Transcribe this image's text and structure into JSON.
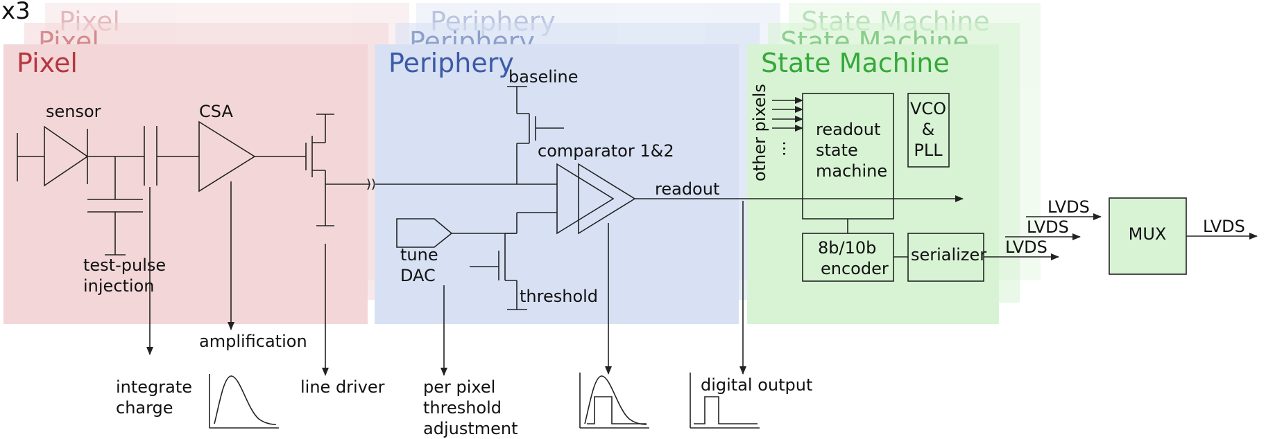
{
  "multiplier": "x3",
  "colors": {
    "pixel_fill": "#f3d7d8",
    "pixel_title": "#b8363f",
    "periphery_fill": "#d7e1f3",
    "periphery_title": "#3d5aa8",
    "state_fill": "#d7f3d4",
    "state_title": "#36a83a",
    "mux_fill": "#d7f3d4"
  },
  "sections": {
    "pixel": "Pixel",
    "periphery": "Periphery",
    "state_machine": "State Machine"
  },
  "labels": {
    "sensor": "sensor",
    "csa": "CSA",
    "test_pulse_line1": "test-pulse",
    "test_pulse_line2": "injection",
    "baseline": "baseline",
    "comparator": "comparator 1&2",
    "readout": "readout",
    "tune_line1": "tune",
    "tune_line2": "DAC",
    "threshold": "threshold",
    "other_pixels": "other pixels",
    "other_pixels_dots": "...",
    "rsm_line1": "readout",
    "rsm_line2": "state",
    "rsm_line3": "machine",
    "vco_line1": "VCO",
    "vco_line2": "&",
    "vco_line3": "PLL",
    "enc_line1": "8b/10b",
    "enc_line2": "encoder",
    "serializer": "serializer",
    "lvds": "LVDS",
    "mux": "MUX"
  },
  "annotations": {
    "amplification": "amplification",
    "integrate_line1": "integrate",
    "integrate_line2": "charge",
    "line_driver": "line driver",
    "per_pixel_line1": "per pixel",
    "per_pixel_line2": "threshold",
    "per_pixel_line3": "adjustment",
    "digital_output": "digital output"
  },
  "icons": {
    "sensor": "diode-symbol-icon",
    "csa": "amplifier-triangle-icon",
    "comparator": "comparator-triangle-icon",
    "dac": "dac-pentagon-icon",
    "shaped_pulse": "shaped-pulse-waveform-icon",
    "comparator_output": "comparator-pulse-waveform-icon",
    "digital_pulse": "digital-pulse-waveform-icon"
  }
}
